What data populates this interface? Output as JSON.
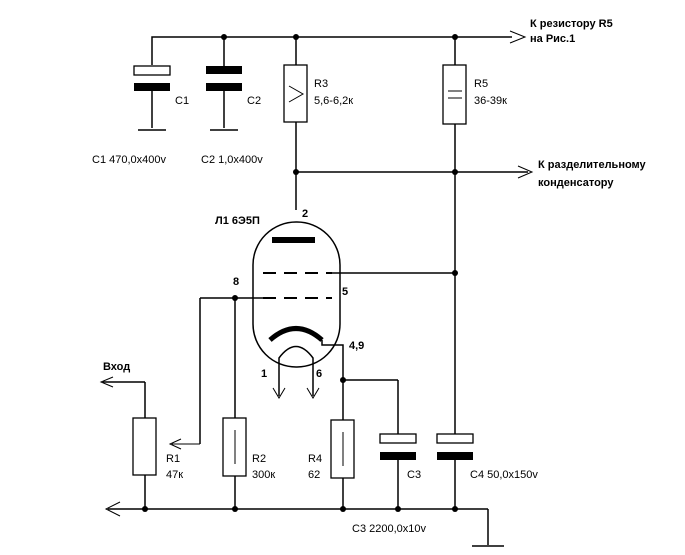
{
  "labels": {
    "to_r5_line1": "К резистору R5",
    "to_r5_line2": "на Рис.1",
    "to_cap_line1": "К разделительному",
    "to_cap_line2": "конденсатору",
    "input": "Вход",
    "tube": "Л1 6Э5П",
    "pin_plate": "2",
    "pin_grid1": "8",
    "pin_grid2": "5",
    "pin_cathode": "4,9",
    "pin_heater1": "1",
    "pin_heater2": "6"
  },
  "components": {
    "c1": {
      "name": "C1",
      "value": "C1 470,0x400v"
    },
    "c2": {
      "name": "C2",
      "value": "C2 1,0x400v"
    },
    "r3": {
      "name": "R3",
      "value": "5,6-6,2к"
    },
    "r5": {
      "name": "R5",
      "value": "36-39к"
    },
    "r1": {
      "name": "R1",
      "value": "47к"
    },
    "r2": {
      "name": "R2",
      "value": "300к"
    },
    "r4": {
      "name": "R4",
      "value": "62"
    },
    "c3": {
      "name": "C3",
      "value": "C3 2200,0x10v"
    },
    "c4": {
      "name": "C4",
      "value": "C4 50,0x150v"
    }
  }
}
